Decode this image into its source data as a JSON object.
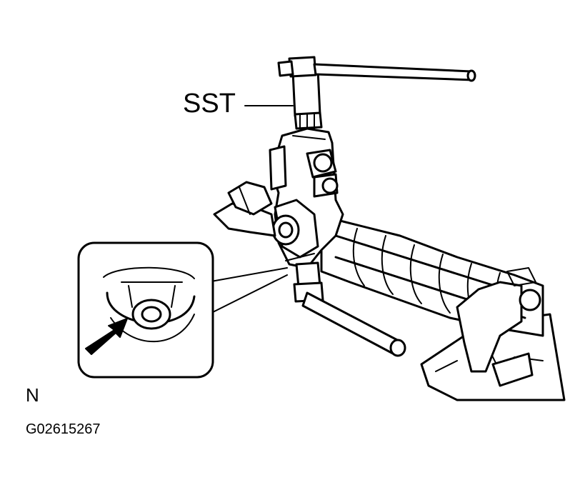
{
  "labels": {
    "sst": "SST",
    "view_code": "N",
    "figure_id": "G02615267"
  },
  "colors": {
    "line": "#000000",
    "background": "#ffffff"
  },
  "icons": {
    "pointer": "arrow-icon"
  }
}
